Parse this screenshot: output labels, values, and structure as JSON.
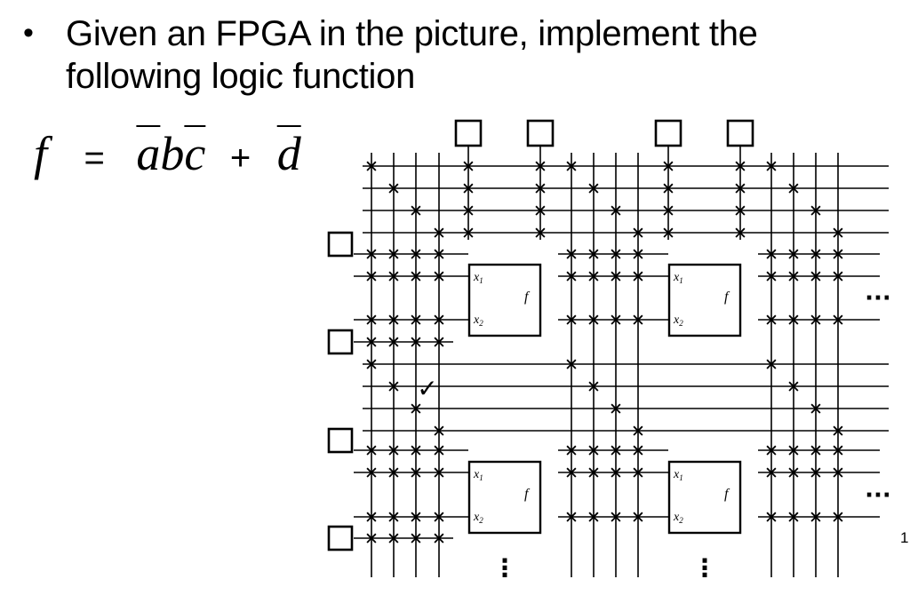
{
  "slide": {
    "bullet": "•",
    "text_line1": "Given an FPGA in the picture, implement the",
    "text_line2": "following logic function",
    "slide_number": "1"
  },
  "formula": {
    "lhs": "f",
    "equals": "=",
    "a": "a",
    "b": "b",
    "c": "c",
    "plus": "+",
    "d": "d"
  },
  "fpga": {
    "input_label": "x",
    "input1_sub": "1",
    "input2_sub": "2",
    "output_label": "f",
    "cross_mark": "✕",
    "check_mark": "✓",
    "continuation_right": "···",
    "continuation_down": "⋮"
  }
}
